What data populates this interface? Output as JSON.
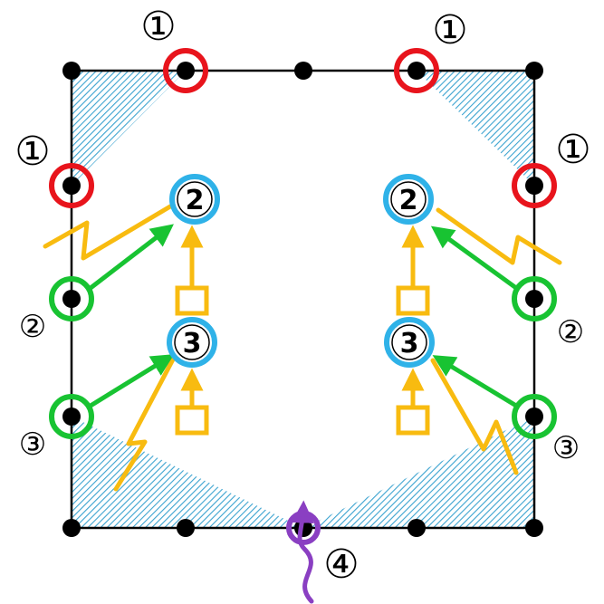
{
  "colors": {
    "outline": "#000000",
    "dot": "#000000",
    "hatch": "#3ba3d0",
    "ring_red": "#e8141c",
    "ring_green": "#18c332",
    "ring_blue": "#2fb2e8",
    "ring_purple": "#8a3fc2",
    "arrow_green": "#18c332",
    "arrow_yellow": "#f8bb10",
    "arrow_purple": "#8a3fc2"
  },
  "labels": {
    "red_corner": "①",
    "green_upper_side": "②",
    "green_lower_side": "③",
    "inner_upper": "2",
    "inner_lower": "3",
    "bottom_center": "④"
  }
}
